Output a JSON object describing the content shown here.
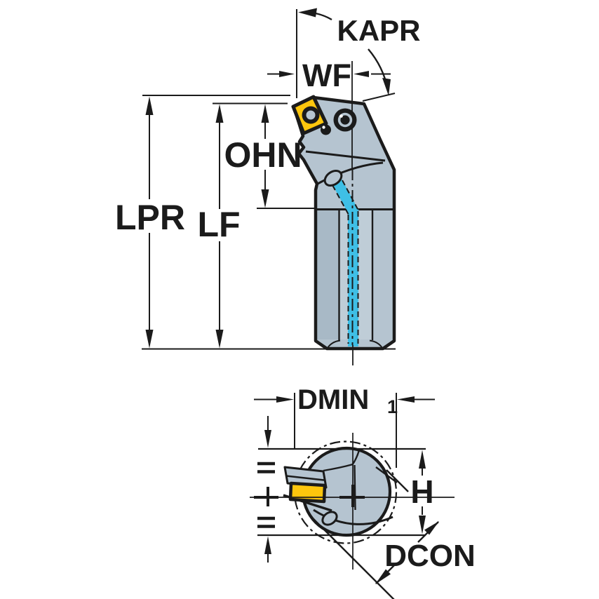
{
  "labels": {
    "kapr": "KAPR",
    "wf": "WF",
    "ohn": "OHN",
    "lpr": "LPR",
    "lf": "LF",
    "dmin": "DMIN",
    "dmin_sub": "1",
    "h": "H",
    "dcon": "DCON"
  },
  "colors": {
    "line": "#1b1b1b",
    "body": "#b5c4d0",
    "body_dark": "#a8b9c6",
    "body_light": "#bfcdd7",
    "insert": "#fdc60d",
    "coolant": "#3fbfe6",
    "highlight": "#ffffff",
    "background": "#ffffff"
  }
}
